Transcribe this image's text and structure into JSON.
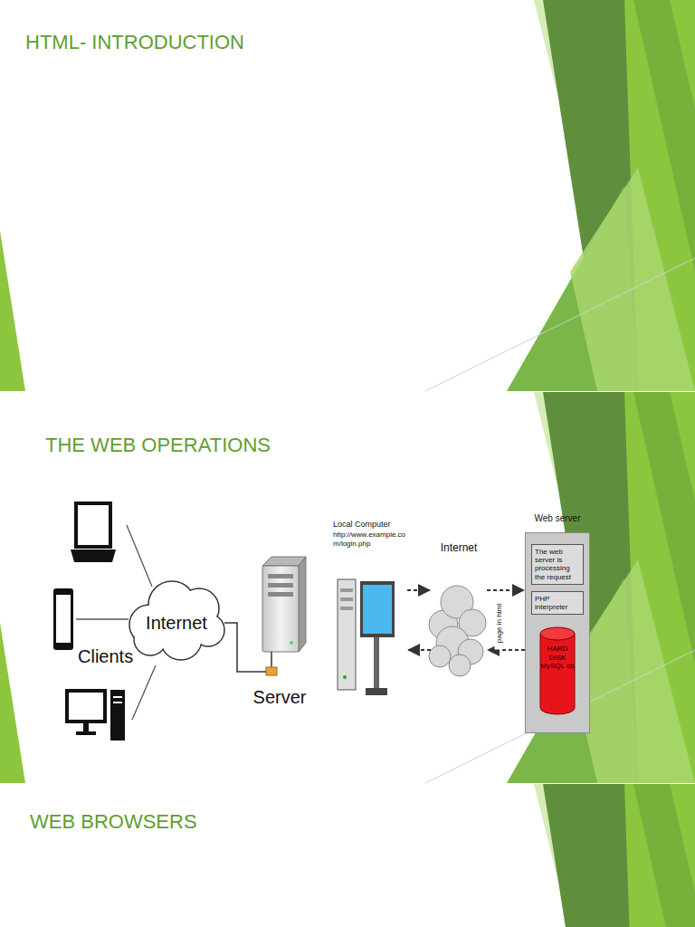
{
  "diagram": {
    "title": "HTML- INTRODUCTION",
    "nodes": [
      {
        "text": [
          "Internet"
        ]
      },
      {
        "text": [
          "Server"
        ]
      },
      {
        "text": [
          "Local Computer",
          "http://www.example.com/login.php"
        ]
      },
      {
        "text": [
          "Internet"
        ]
      },
      {
        "text": [
          "Web server"
        ]
      },
      {
        "text": [
          "The web server is processing the request"
        ],
        "in": 4
      },
      {
        "text": [
          "PHP interpreter"
        ],
        "in": 4
      },
      {
        "text": [
          "HARD DISK MySQL db"
        ],
        "in": 4
      }
    ],
    "edges": [
      {
        "from": 0,
        "to": 1,
        "arrow": "none"
      },
      {
        "from": 2,
        "to": 3,
        "arrow": "to"
      },
      {
        "from": 3,
        "to": 4,
        "arrow": "to"
      },
      {
        "from": 4,
        "to": 3,
        "arrow": "to",
        "label": "page in html"
      },
      {
        "from": 3,
        "to": 2,
        "arrow": "to"
      }
    ],
    "labels": [
      "THE WEB OPERATIONS",
      "Clients",
      "WEB BROWSERS"
    ]
  }
}
